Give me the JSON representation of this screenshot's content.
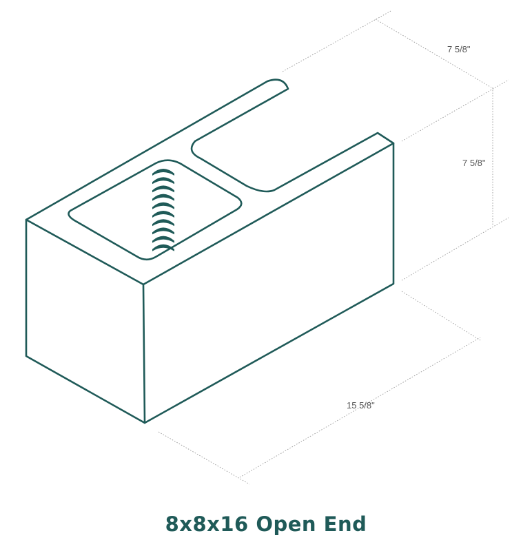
{
  "title": "8x8x16 Open End",
  "dimensions": {
    "depth": "7 5/8\"",
    "height": "7 5/8\"",
    "length": "15 5/8\""
  },
  "colors": {
    "outline": "#1f5a58",
    "dimension_line": "#9a9a9a",
    "dimension_text": "#555555",
    "background": "#ffffff"
  }
}
